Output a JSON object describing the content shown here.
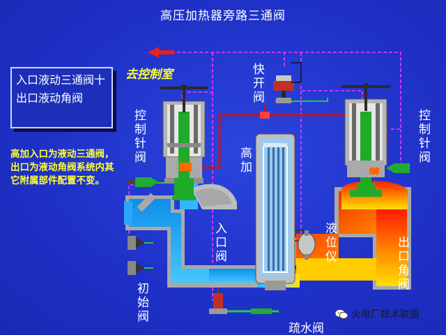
{
  "title": "高压加热器旁路三通阀",
  "note_box": "入口液动三通阀十出口液动角阀",
  "description": "高加入口为液动三通阀，出口为液动角阀系统内其它附属部件配置不变。",
  "labels": {
    "to_control_room": "去控制室",
    "quick_valve": "快开阀",
    "pilot_valve_left": "控制针阀",
    "pilot_valve_right": "控制针阀",
    "hp_heater": "高加",
    "inlet_valve": "入口阀",
    "level_gauge": "液位仪",
    "outlet_angle_valve": "出口角阀",
    "initial_valve": "初始阀",
    "drain_valve": "疏水阀"
  },
  "watermark": "火电厂技术联盟",
  "icons": [
    "arrow-left-icon",
    "wechat-icon"
  ],
  "colors": {
    "background": "#1f31c9",
    "label_yellow": "#ffff33",
    "cold_water": "#33aaff",
    "hot_water": "#ff2a00",
    "signal_line": "#ff33ff",
    "valve_stem": "#22aa33"
  }
}
